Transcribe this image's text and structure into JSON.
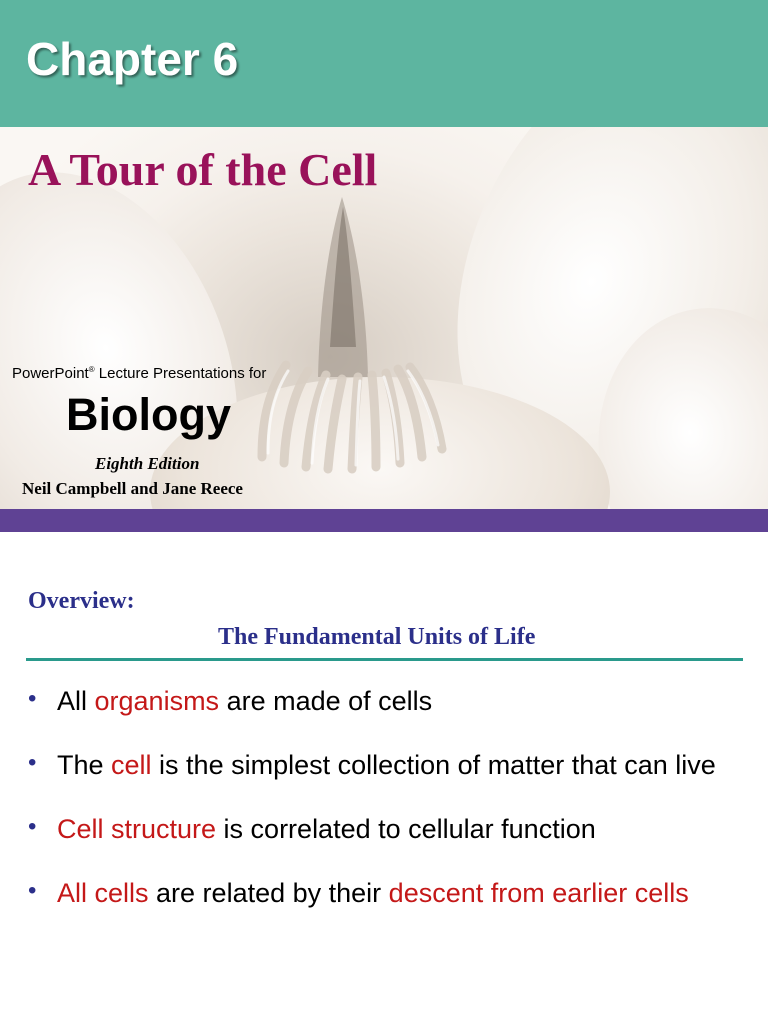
{
  "slide1": {
    "chapter": "Chapter 6",
    "subtitle": "A Tour of the Cell",
    "powerpoint": "PowerPoint",
    "registered": "®",
    "lecture_line": " Lecture Presentations for",
    "book": "Biology",
    "edition": "Eighth Edition",
    "authors": "Neil Campbell and Jane Reece",
    "colors": {
      "title_bar": "#5db5a0",
      "subtitle": "#99125a",
      "bottom_bar": "#5f4294"
    }
  },
  "slide2": {
    "heading": "Overview:",
    "subheading": "The Fundamental Units of Life",
    "bullet_symbol": "•",
    "bullets": [
      {
        "segments": [
          "All ",
          "organisms",
          " are made of cells"
        ]
      },
      {
        "segments": [
          "The ",
          "cell",
          " is the simplest collection of matter that can live"
        ]
      },
      {
        "segments": [
          "",
          "Cell structure",
          " is correlated to cellular function"
        ]
      },
      {
        "segments": [
          "",
          "All cells",
          " are related by their ",
          "descent from earlier cells",
          ""
        ]
      }
    ],
    "colors": {
      "heading": "#2b2f8a",
      "rule": "#2a9a8c",
      "highlight": "#c41818"
    }
  }
}
